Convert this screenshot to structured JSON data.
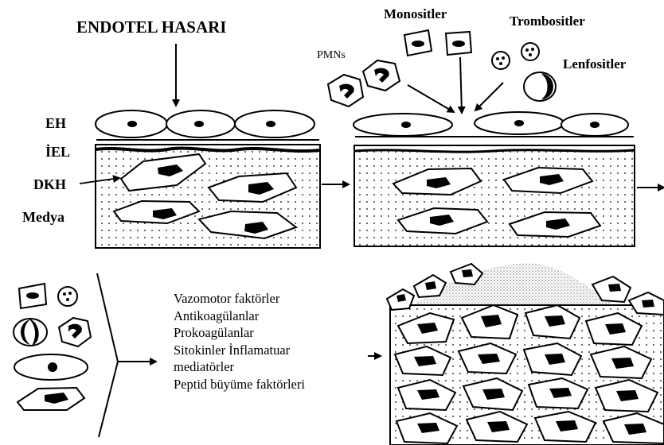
{
  "title": "ENDOTEL HASARI",
  "cells": {
    "monocytes": "Monositler",
    "platelets": "Trombositler",
    "lymphocytes": "Lenfositler",
    "pmns": "PMNs"
  },
  "layers": {
    "eh": "EH",
    "iel": "İEL",
    "dkh": "DKH",
    "media": "Medya"
  },
  "factors": [
    "Vazomotor faktörler",
    "Antikoagülanlar",
    "Prokoagülanlar",
    "Sitokinler İnflamatuar",
    "mediatörler",
    "Peptid büyüme faktörleri"
  ],
  "colors": {
    "ink": "#000000",
    "background": "#ffffff",
    "plaque_fill": "#c8c8c8"
  }
}
